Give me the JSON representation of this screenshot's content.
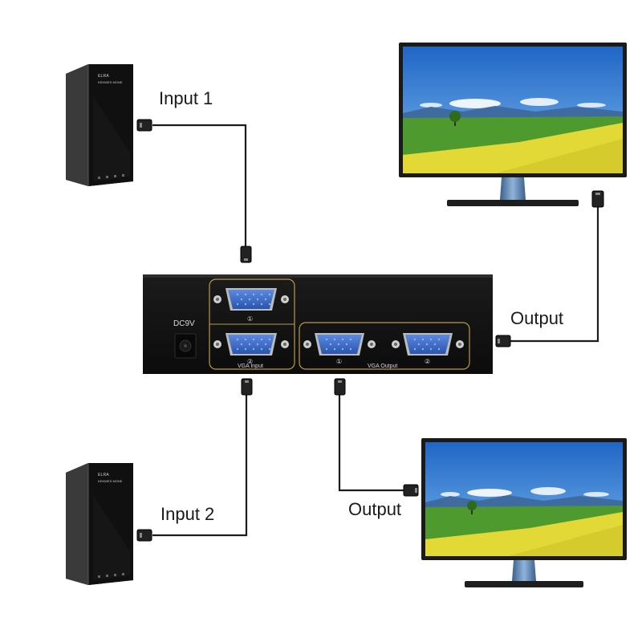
{
  "labels": {
    "input1": "Input 1",
    "input2": "Input 2",
    "output_right": "Output",
    "output_bottom": "Output"
  },
  "switch": {
    "power_label": "DC9V",
    "input_group_label": "VGA Input",
    "output_group_label": "VGA Output",
    "port_numbers": {
      "in1": "①",
      "in2": "②",
      "out1": "①",
      "out2": "②"
    }
  },
  "tower": {
    "brand": "ELRA",
    "model": "KENWES MONE"
  },
  "colors": {
    "cable": "#1c1c1c",
    "device": "#141414",
    "port_blue": "#3d6fd1",
    "gold_trim": "#b99a4a",
    "sky": "#2f7fd8",
    "field": "#e2d836",
    "grass": "#4f9a2f"
  }
}
